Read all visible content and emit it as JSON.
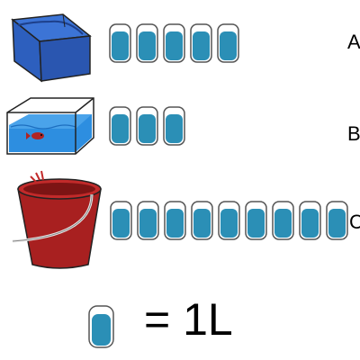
{
  "rows": [
    {
      "label": "A",
      "container": "blue-tank-icon",
      "cups": 5
    },
    {
      "label": "B",
      "container": "fish-tank-icon",
      "cups": 3
    },
    {
      "label": "C",
      "container": "red-bucket-icon",
      "cups": 9
    }
  ],
  "legend": {
    "icon": "cup-icon",
    "text": "= 1L"
  },
  "colors": {
    "water": "#2b8fb6",
    "tank_blue": "#2f62c4",
    "aquarium_water": "#2d8ee0",
    "bucket_red": "#a82020"
  }
}
